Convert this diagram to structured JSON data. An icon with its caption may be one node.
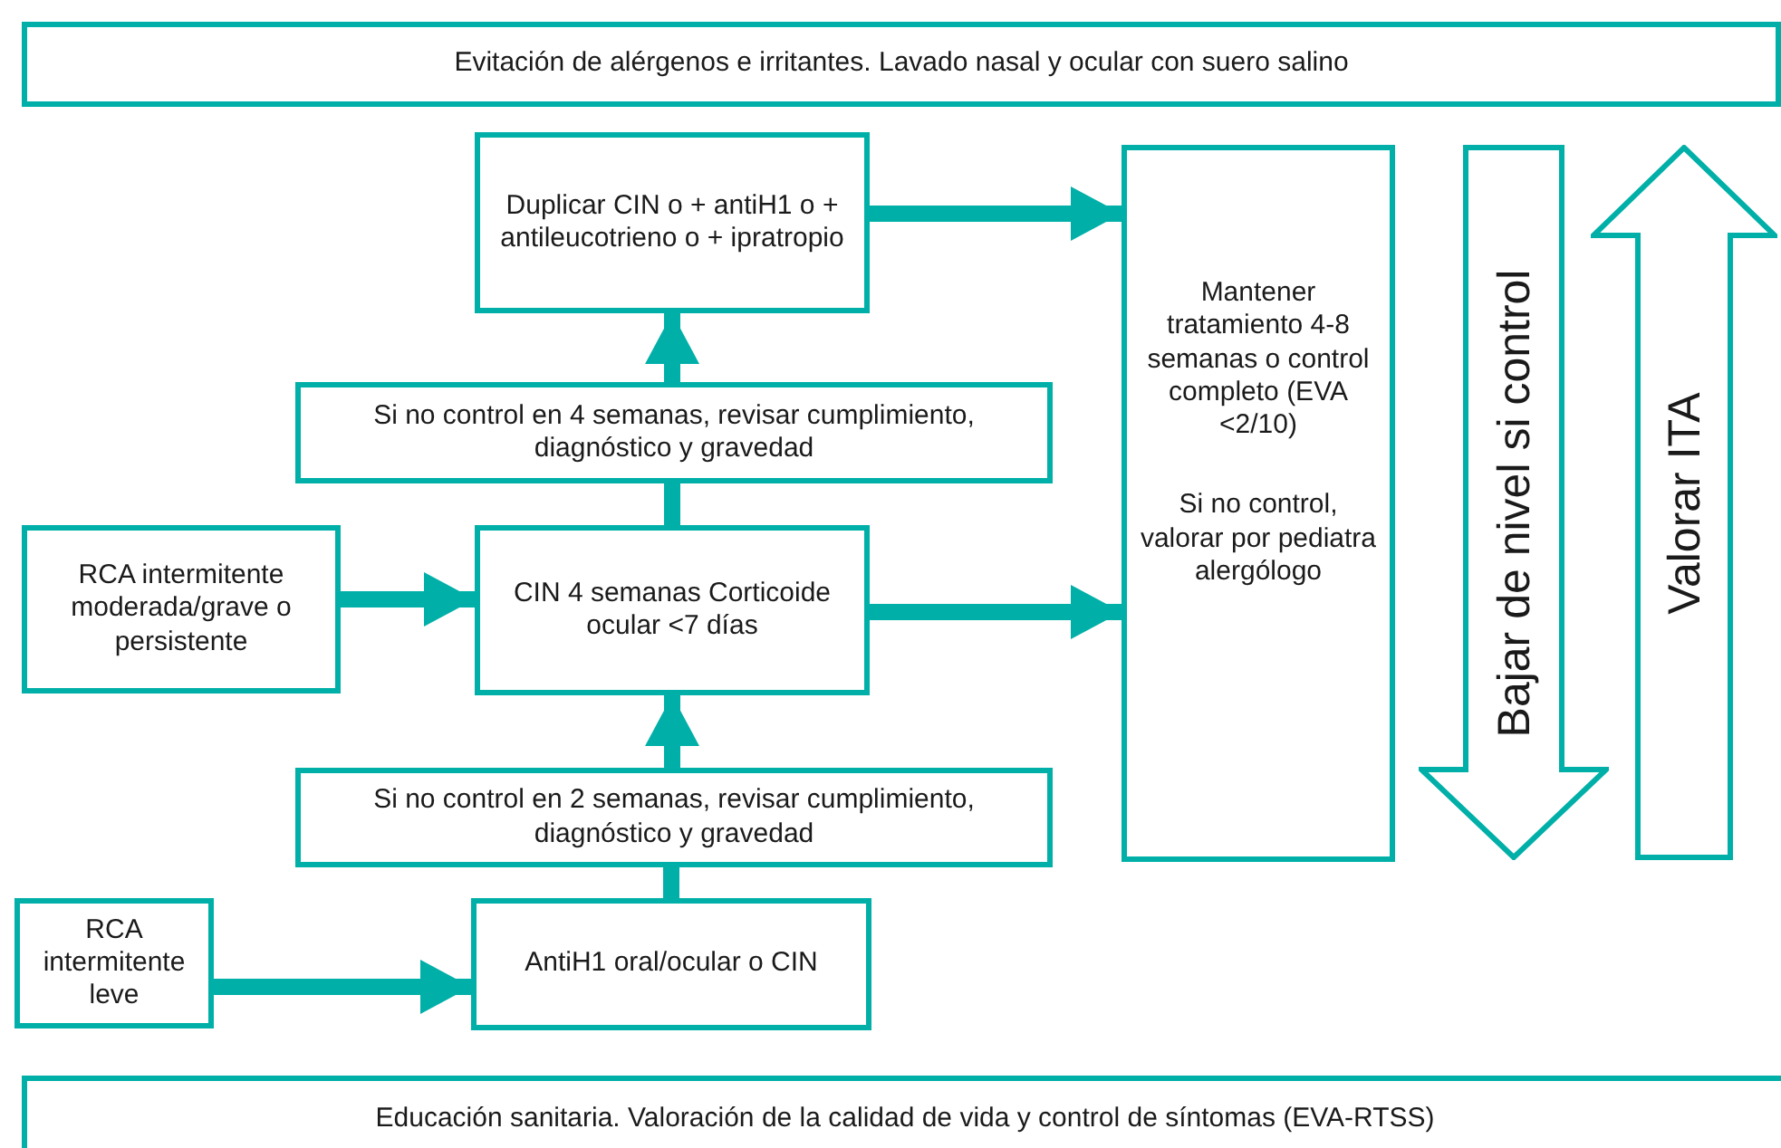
{
  "diagram": {
    "nodes": [
      {
        "text": [
          "Evitación de alérgenos e irritantes. Lavado nasal y ocular con suero salino"
        ]
      },
      {
        "text": [
          "Duplicar CIN o + antiH1 o + antileucotrieno o + ipratropio"
        ]
      },
      {
        "text": [
          "Si no control en 4 semanas, revisar cumplimiento, diagnóstico y gravedad"
        ]
      },
      {
        "text": [
          "RCA intermitente moderada/grave o persistente"
        ]
      },
      {
        "text": [
          "CIN 4 semanas Corticoide ocular <7 días"
        ]
      },
      {
        "text": [
          "Si no control en 2 semanas, revisar cumplimiento, diagnóstico y gravedad"
        ]
      },
      {
        "text": [
          "RCA intermitente leve"
        ]
      },
      {
        "text": [
          "AntiH1 oral/ocular o CIN"
        ]
      },
      {
        "text": [
          "Mantener tratamiento 4-8 semanas o control completo (EVA <2/10)",
          "Si no control, valorar por pediatra alergólogo"
        ]
      },
      {
        "text": [
          "Bajar de nivel si control"
        ]
      },
      {
        "text": [
          "Valorar ITA"
        ]
      },
      {
        "text": [
          "Educación sanitaria. Valoración de la calidad de vida y control de síntomas (EVA-RTSS)"
        ]
      }
    ],
    "edges": [
      {
        "from": 3,
        "to": 4,
        "arrow": "to"
      },
      {
        "from": 6,
        "to": 7,
        "arrow": "to"
      },
      {
        "from": 7,
        "to": 5,
        "arrow": "none"
      },
      {
        "from": 5,
        "to": 4,
        "arrow": "to"
      },
      {
        "from": 4,
        "to": 2,
        "arrow": "none"
      },
      {
        "from": 2,
        "to": 1,
        "arrow": "to"
      },
      {
        "from": 1,
        "to": 8,
        "arrow": "to"
      },
      {
        "from": 4,
        "to": 8,
        "arrow": "to"
      }
    ]
  }
}
